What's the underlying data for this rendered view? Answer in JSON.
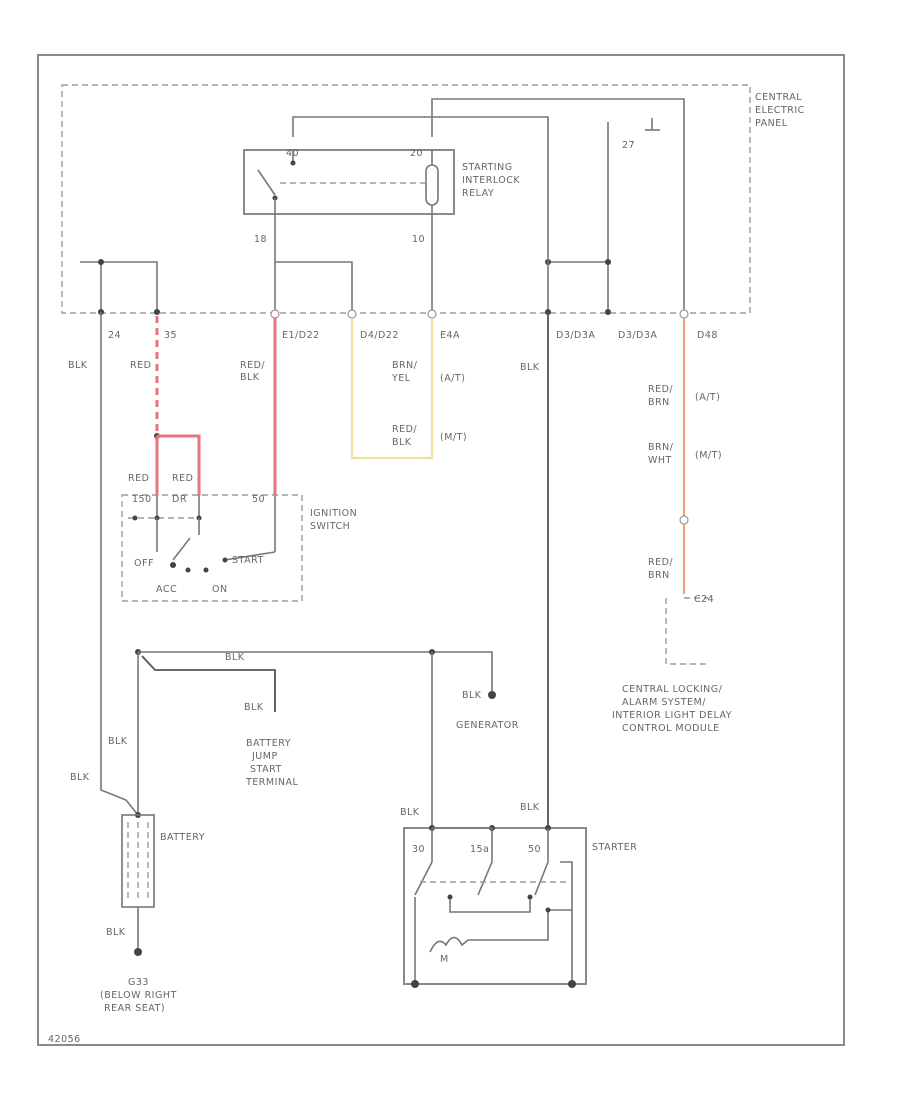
{
  "central_panel": {
    "label_lines": [
      "CENTRAL",
      "ELECTRIC",
      "PANEL"
    ],
    "terminal": "27"
  },
  "relay": {
    "label_lines": [
      "STARTING",
      "INTERLOCK",
      "RELAY"
    ],
    "pin_top_left": "40",
    "pin_top_right": "20",
    "pin_bottom_left": "18",
    "pin_bottom_right": "10"
  },
  "connectors": {
    "c1": "24",
    "c2": "35",
    "c3": "E1/D22",
    "c4": "D4/D22",
    "c5": "E4A",
    "c6": "D3/D3A",
    "c7": "D3/D3A",
    "c8": "D48"
  },
  "wires": {
    "blk_left": "BLK",
    "red_upper": "RED",
    "red_blk": [
      "RED/",
      "BLK"
    ],
    "brn_yel": [
      "BRN/",
      "YEL"
    ],
    "at": "(A/T)",
    "red_blk_mt": [
      "RED/",
      "BLK"
    ],
    "mt": "(M/T)",
    "blk_d3": "BLK",
    "red_brn_at": [
      "RED/",
      "BRN"
    ],
    "at_right": "(A/T)",
    "brn_wht": [
      "BRN/",
      "WHT"
    ],
    "mt_right": "(M/T)",
    "red_brn_lower": [
      "RED/",
      "BRN"
    ],
    "red_a": "RED",
    "red_b": "RED",
    "main_blk": "BLK",
    "blk_jump": "BLK",
    "blk_gen": "BLK",
    "blk_batt_a": "BLK",
    "blk_batt_b": "BLK",
    "blk_st_a": "BLK",
    "blk_st_b": "BLK",
    "blk_ground": "BLK"
  },
  "ignition_switch": {
    "label_lines": [
      "IGNITION",
      "SWITCH"
    ],
    "pin_a": "150",
    "pin_b": "DR",
    "pin_c": "50",
    "pos_off": "OFF",
    "pos_start": "START",
    "pos_acc": "ACC",
    "pos_on": "ON"
  },
  "module": {
    "connector": "C24",
    "label_lines": [
      "CENTRAL LOCKING/",
      "ALARM SYSTEM/",
      "INTERIOR LIGHT DELAY",
      "CONTROL MODULE"
    ]
  },
  "jump_start": {
    "label_lines": [
      "BATTERY",
      "JUMP",
      "START",
      "TERMINAL"
    ]
  },
  "generator": {
    "label": "GENERATOR"
  },
  "battery": {
    "label": "BATTERY"
  },
  "ground": {
    "label_lines": [
      "G33",
      "(BELOW RIGHT",
      "REAR SEAT)"
    ]
  },
  "starter": {
    "label": "STARTER",
    "pin_30": "30",
    "pin_15a": "15a",
    "pin_50": "50",
    "motor": "M"
  },
  "footer": {
    "code": "42056"
  }
}
